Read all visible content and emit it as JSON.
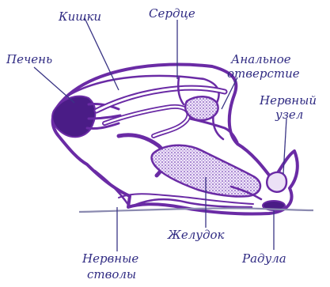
{
  "diagram": {
    "labels": {
      "intestine": "Кишки",
      "heart": "Сердце",
      "liver": "Печень",
      "anus_line1": "Анальное",
      "anus_line2": "отверстие",
      "ganglion_line1": "Нервный",
      "ganglion_line2": "узел",
      "stomach": "Желудок",
      "nerve_line1": "Нервные",
      "nerve_line2": "стволы",
      "radula": "Радула"
    },
    "colors": {
      "label_text": "#2f2a82",
      "outline": "#6a2ba5",
      "fill_dark": "#4a1c86",
      "stipple": "#7c4bb8"
    }
  }
}
